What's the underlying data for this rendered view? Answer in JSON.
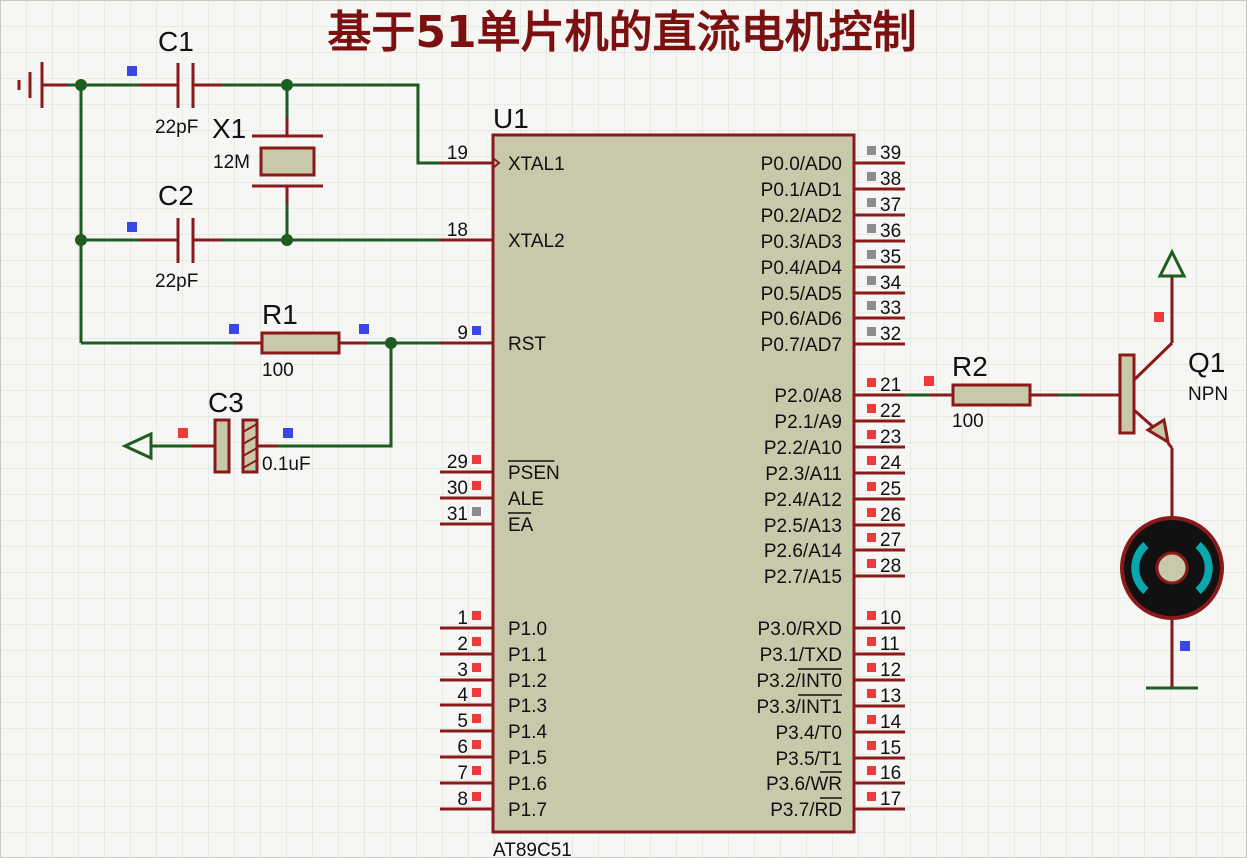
{
  "title": "基于51单片机的直流电机控制",
  "colors": {
    "wire": "#1f5c1f",
    "component_outline": "#8a1a1a",
    "component_fill": "#c8c8aa",
    "marker_blue": "#3a46e8",
    "marker_red": "#ee3a3a",
    "marker_gray": "#8c8c8c",
    "title": "#7a1010",
    "motor_ring": "#0aa7ad"
  },
  "components": {
    "c1": {
      "ref": "C1",
      "value": "22pF"
    },
    "c2": {
      "ref": "C2",
      "value": "22pF"
    },
    "c3": {
      "ref": "C3",
      "value": "0.1uF"
    },
    "x1": {
      "ref": "X1",
      "value": "12M"
    },
    "r1": {
      "ref": "R1",
      "value": "100"
    },
    "r2": {
      "ref": "R2",
      "value": "100"
    },
    "q1": {
      "ref": "Q1",
      "value": "NPN"
    },
    "u1": {
      "ref": "U1",
      "part": "AT89C51"
    }
  },
  "mcu_left_pins": [
    {
      "num": "19",
      "name": "XTAL1"
    },
    {
      "num": "18",
      "name": "XTAL2"
    },
    {
      "num": "9",
      "name": "RST"
    },
    {
      "num": "29",
      "name": "PSEN",
      "overbar": true
    },
    {
      "num": "30",
      "name": "ALE"
    },
    {
      "num": "31",
      "name": "EA",
      "overbar": true
    },
    {
      "num": "1",
      "name": "P1.0"
    },
    {
      "num": "2",
      "name": "P1.1"
    },
    {
      "num": "3",
      "name": "P1.2"
    },
    {
      "num": "4",
      "name": "P1.3"
    },
    {
      "num": "5",
      "name": "P1.4"
    },
    {
      "num": "6",
      "name": "P1.5"
    },
    {
      "num": "7",
      "name": "P1.6"
    },
    {
      "num": "8",
      "name": "P1.7"
    }
  ],
  "mcu_right_pins": [
    {
      "num": "39",
      "name": "P0.0/AD0",
      "marker": "gray"
    },
    {
      "num": "38",
      "name": "P0.1/AD1",
      "marker": "gray"
    },
    {
      "num": "37",
      "name": "P0.2/AD2",
      "marker": "gray"
    },
    {
      "num": "36",
      "name": "P0.3/AD3",
      "marker": "gray"
    },
    {
      "num": "35",
      "name": "P0.4/AD4",
      "marker": "gray"
    },
    {
      "num": "34",
      "name": "P0.5/AD5",
      "marker": "gray"
    },
    {
      "num": "33",
      "name": "P0.6/AD6",
      "marker": "gray"
    },
    {
      "num": "32",
      "name": "P0.7/AD7",
      "marker": "gray"
    },
    {
      "num": "21",
      "name": "P2.0/A8",
      "marker": "red"
    },
    {
      "num": "22",
      "name": "P2.1/A9",
      "marker": "red"
    },
    {
      "num": "23",
      "name": "P2.2/A10",
      "marker": "red"
    },
    {
      "num": "24",
      "name": "P2.3/A11",
      "marker": "red"
    },
    {
      "num": "25",
      "name": "P2.4/A12",
      "marker": "red"
    },
    {
      "num": "26",
      "name": "P2.5/A13",
      "marker": "red"
    },
    {
      "num": "27",
      "name": "P2.6/A14",
      "marker": "red"
    },
    {
      "num": "28",
      "name": "P2.7/A15",
      "marker": "red"
    },
    {
      "num": "10",
      "name": "P3.0/RXD",
      "marker": "red"
    },
    {
      "num": "11",
      "name": "P3.1/TXD",
      "marker": "red"
    },
    {
      "num": "12",
      "name": "P3.2/INT0",
      "marker": "red",
      "overbar_from": 5
    },
    {
      "num": "13",
      "name": "P3.3/INT1",
      "marker": "red",
      "overbar_from": 5
    },
    {
      "num": "14",
      "name": "P3.4/T0",
      "marker": "red"
    },
    {
      "num": "15",
      "name": "P3.5/T1",
      "marker": "red"
    },
    {
      "num": "16",
      "name": "P3.6/WR",
      "marker": "red",
      "overbar_from": 5
    },
    {
      "num": "17",
      "name": "P3.7/RD",
      "marker": "red",
      "overbar_from": 5
    }
  ]
}
